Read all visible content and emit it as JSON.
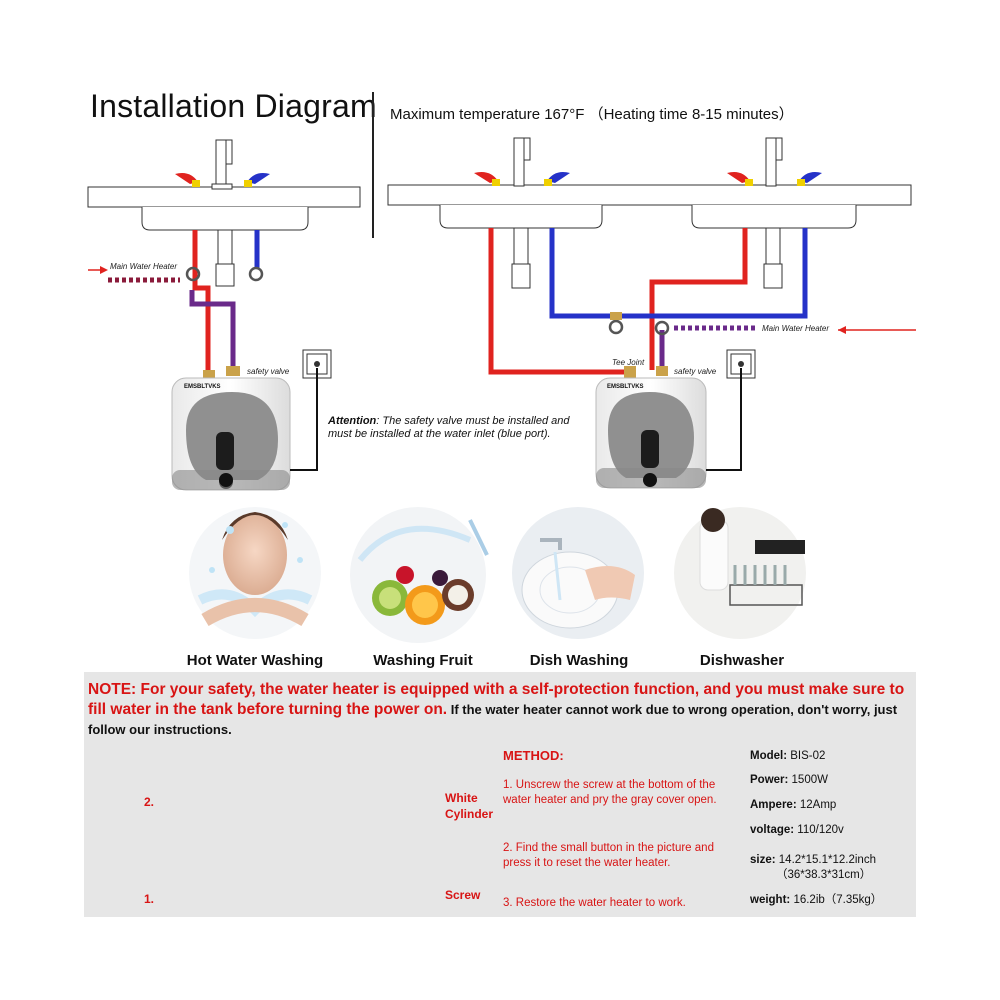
{
  "title": "Installation Diagram",
  "spec_line": "Maximum temperature 167°F （Heating time 8-15 minutes）",
  "left_diagram": {
    "main_water_heater": "Main Water Heater",
    "safety_valve": "safety valve",
    "brand": "EMSBLTVKS"
  },
  "right_diagram": {
    "main_water_heater": "Main Water Heater",
    "tee_joint": "Tee Joint",
    "safety_valve": "safety valve",
    "brand": "EMSBLTVKS"
  },
  "attention": {
    "label": "Attention",
    "text": ": The safety valve must be installed and must be installed at the water inlet (blue port)."
  },
  "uses": [
    {
      "label": "Hot Water Washing",
      "icon": "face-washing-photo"
    },
    {
      "label": "Washing Fruit",
      "icon": "fruit-splash-photo"
    },
    {
      "label": "Dish Washing",
      "icon": "dish-washing-photo"
    },
    {
      "label": "Dishwasher",
      "icon": "dishwasher-photo"
    }
  ],
  "note": {
    "red": "NOTE: For your safety, the water heater is equipped with a self-protection function, and you must make sure to fill water in the tank before turning the power on.",
    "black": " If the water heater cannot work due to wrong operation, don't worry, just follow our instructions."
  },
  "photo_labels": {
    "mark_2": "2.",
    "mark_1": "1.",
    "white_cylinder": "White Cylinder",
    "screw": "Screw"
  },
  "method": {
    "title": "METHOD:",
    "steps": [
      "1. Unscrew the screw at the bottom of the water heater and pry the gray cover open.",
      "2.  Find the small button in the picture and press it to reset the water heater.",
      "3. Restore the water heater to work."
    ]
  },
  "specs": [
    {
      "label": "Model:",
      "value": " BIS-02"
    },
    {
      "label": "Power:",
      "value": " 1500W"
    },
    {
      "label": "Ampere:",
      "value": " 12Amp"
    },
    {
      "label": "voltage:",
      "value": " 110/120v"
    },
    {
      "label": "size:",
      "value": " 14.2*15.1*12.2inch"
    },
    {
      "label": "",
      "value": "（36*38.3*31cm）"
    },
    {
      "label": "weight:",
      "value": " 16.2ib（7.35kg）"
    }
  ],
  "colors": {
    "hot_pipe": "#e0231f",
    "cold_pipe": "#2532c8",
    "main_pipe": "#6a2a8a",
    "note_red": "#d81414",
    "band_gray": "#e6e6e6"
  }
}
